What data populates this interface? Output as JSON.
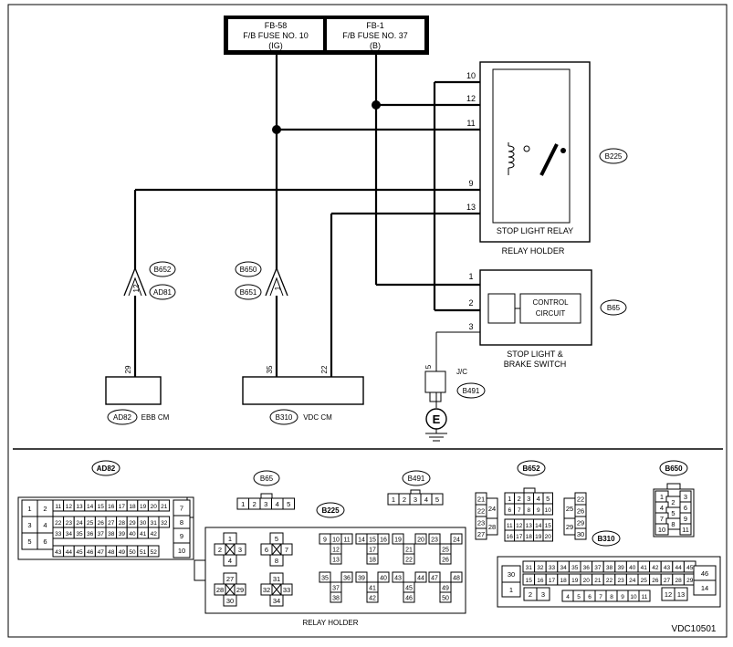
{
  "fuses": {
    "left": {
      "line1": "FB-58",
      "line2": "F/B FUSE NO. 10",
      "line3": "(IG)"
    },
    "right": {
      "line1": "FB-1",
      "line2": "F/B FUSE NO. 37",
      "line3": "(B)"
    }
  },
  "relay": {
    "name": "STOP LIGHT RELAY",
    "holder": "RELAY HOLDER",
    "connector": "B225",
    "pins": [
      "10",
      "12",
      "11",
      "9",
      "13"
    ]
  },
  "switch": {
    "line1": "STOP LIGHT &",
    "line2": "BRAKE SWITCH",
    "connector": "B65",
    "control": "CONTROL",
    "circuit": "CIRCUIT",
    "pins": [
      "1",
      "2",
      "3"
    ]
  },
  "junction": {
    "label": "J/C",
    "connector": "B491",
    "pin": "5",
    "ground": "E"
  },
  "inline_left": {
    "top": "B652",
    "bottom": "AD81",
    "pin": "12"
  },
  "inline_mid": {
    "top": "B650",
    "bottom": "B651",
    "pin": "1"
  },
  "ebb": {
    "connector": "AD82",
    "name": "EBB CM",
    "pin": "29"
  },
  "vdc": {
    "connector": "B310",
    "name": "VDC CM",
    "pins": [
      "35",
      "22"
    ]
  },
  "connector_views": {
    "ad82": "AD82",
    "b65": "B65",
    "b491": "B491",
    "b652": "B652",
    "b650": "B650",
    "b225": "B225",
    "b310": "B310",
    "relay_holder": "RELAY HOLDER"
  },
  "footer_code": "VDC10501"
}
